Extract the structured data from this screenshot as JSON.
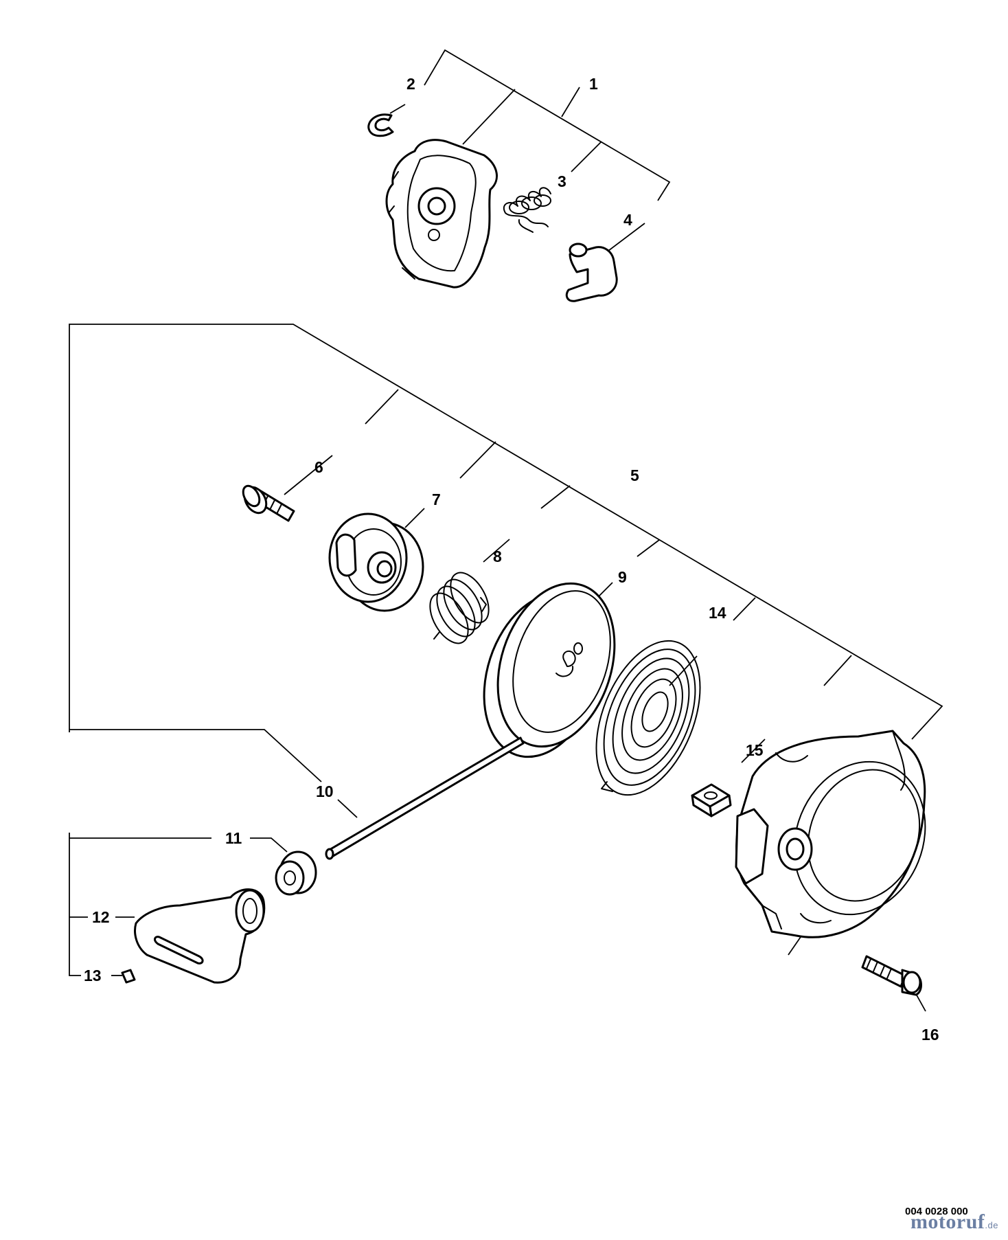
{
  "diagram": {
    "callouts": {
      "c1": "1",
      "c2": "2",
      "c3": "3",
      "c4": "4",
      "c5": "5",
      "c6": "6",
      "c7": "7",
      "c8": "8",
      "c9": "9",
      "c10": "10",
      "c11": "11",
      "c12": "12",
      "c13": "13",
      "c14": "14",
      "c15": "15",
      "c16": "16"
    },
    "drawing_reference": "004 0028 000",
    "watermark": {
      "brand": "motoruf",
      "suffix": ".de"
    }
  }
}
